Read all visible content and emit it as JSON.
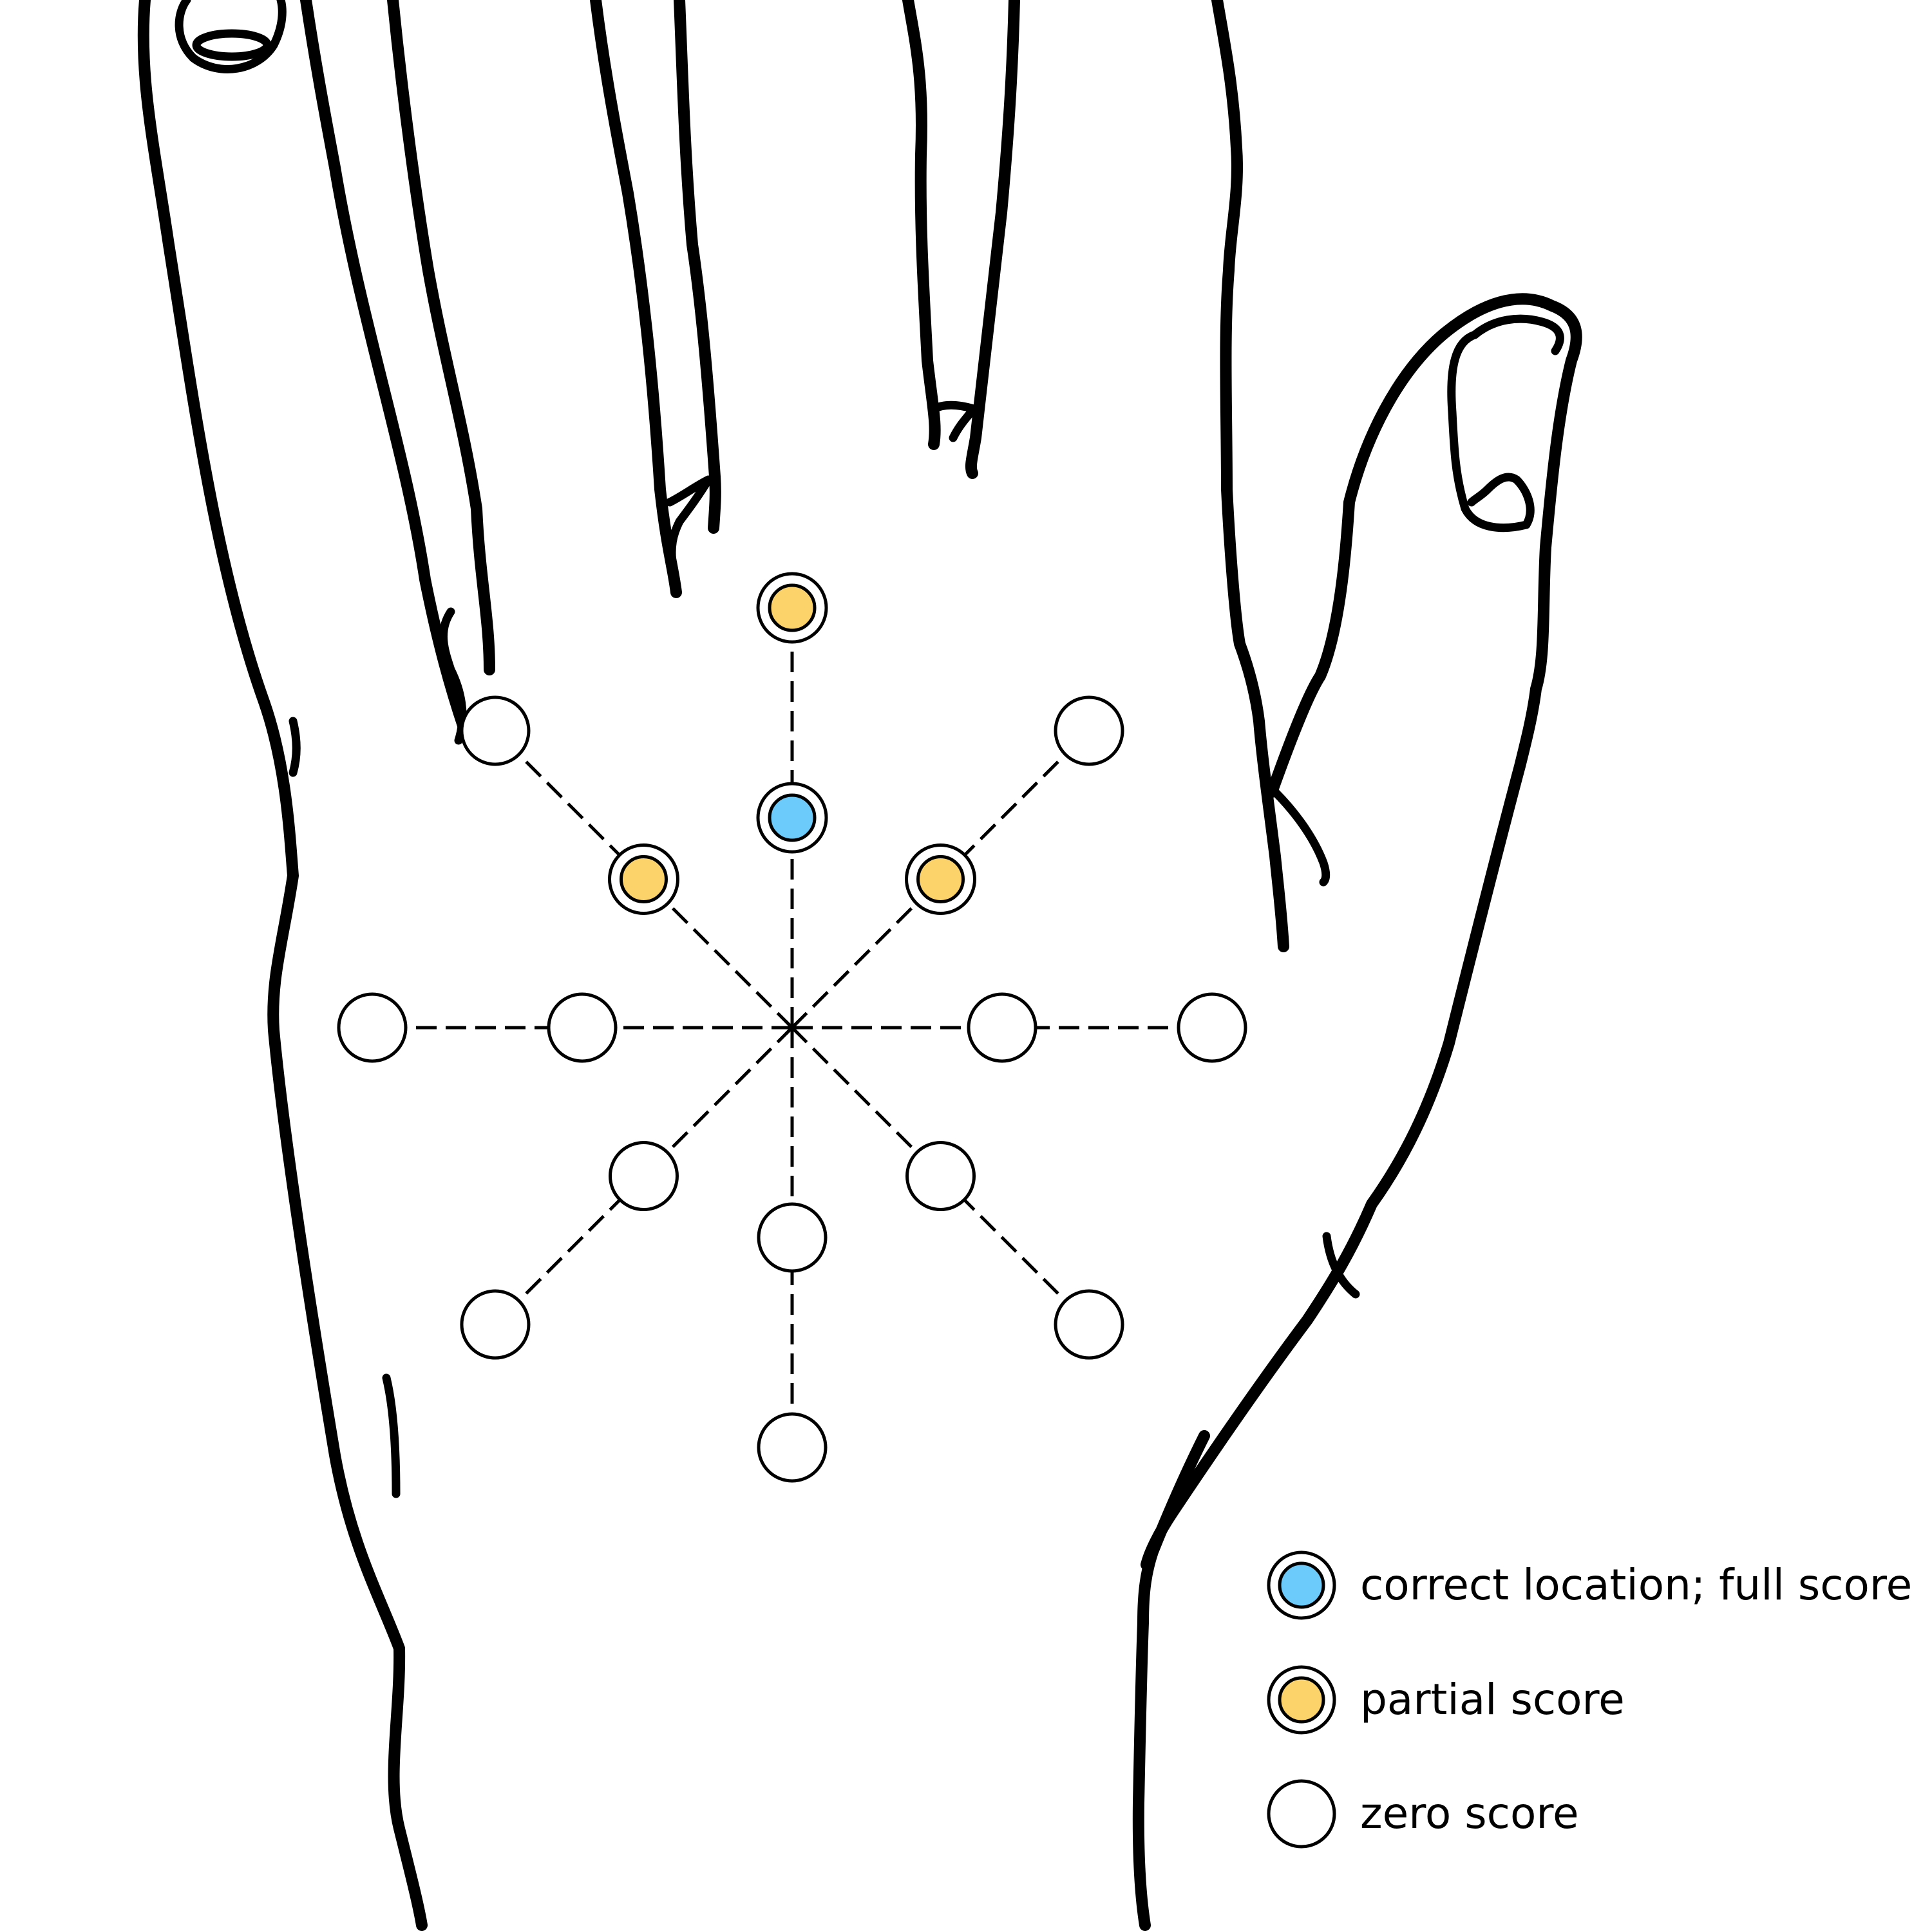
{
  "diagram": {
    "legend": [
      {
        "key": "full",
        "label": "correct location; full score",
        "color": "#6ccbfa"
      },
      {
        "key": "partial",
        "label": "partial score",
        "color": "#fcd36a"
      },
      {
        "key": "zero",
        "label": "zero score",
        "color": "#ffffff"
      }
    ],
    "grid": {
      "spokes": 8,
      "rings_per_spoke": 2,
      "markers": [
        {
          "direction": "up",
          "ring": 1,
          "score": "full"
        },
        {
          "direction": "up",
          "ring": 2,
          "score": "partial"
        },
        {
          "direction": "up-left",
          "ring": 1,
          "score": "partial"
        },
        {
          "direction": "up-left",
          "ring": 2,
          "score": "zero"
        },
        {
          "direction": "up-right",
          "ring": 1,
          "score": "partial"
        },
        {
          "direction": "up-right",
          "ring": 2,
          "score": "zero"
        },
        {
          "direction": "left",
          "ring": 1,
          "score": "zero"
        },
        {
          "direction": "left",
          "ring": 2,
          "score": "zero"
        },
        {
          "direction": "right",
          "ring": 1,
          "score": "zero"
        },
        {
          "direction": "right",
          "ring": 2,
          "score": "zero"
        },
        {
          "direction": "down-left",
          "ring": 1,
          "score": "zero"
        },
        {
          "direction": "down-left",
          "ring": 2,
          "score": "zero"
        },
        {
          "direction": "down-right",
          "ring": 1,
          "score": "zero"
        },
        {
          "direction": "down-right",
          "ring": 2,
          "score": "zero"
        },
        {
          "direction": "down",
          "ring": 1,
          "score": "zero"
        },
        {
          "direction": "down",
          "ring": 2,
          "score": "zero"
        }
      ]
    }
  }
}
